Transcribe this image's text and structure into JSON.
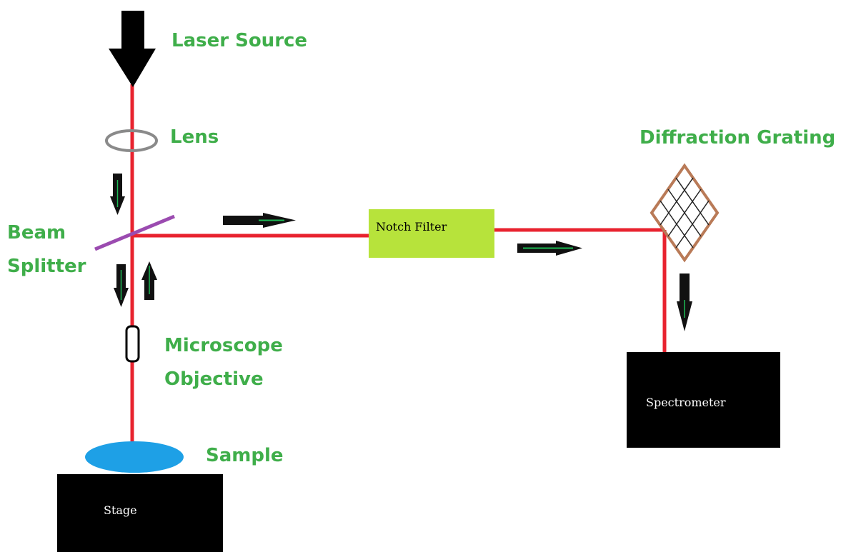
{
  "labels": {
    "laser_source": "Laser Source",
    "lens": "Lens",
    "beam_splitter_line1": "Beam",
    "beam_splitter_line2": "Splitter",
    "microscope_line1": "Microscope",
    "microscope_line2": "Objective",
    "sample": "Sample",
    "diffraction_grating": "Diffraction Grating"
  },
  "boxes": {
    "notch_filter": "Notch Filter",
    "spectrometer": "Spectrometer",
    "stage": "Stage"
  },
  "colors": {
    "beam": "#e8232f",
    "label_text": "#3fae4a",
    "notch_filter_fill": "#b7e33b",
    "splitter": "#9b4bb0",
    "lens": "#8a8a8a",
    "sample": "#1ea0e6",
    "grating": "#b97a57",
    "arrow": "#111111",
    "arrow_stripe": "#1db954",
    "box_dark": "#000000",
    "box_dark_text": "#ffffff"
  },
  "icons": {
    "laser": "down-arrow-icon",
    "lens": "ring-lens-icon",
    "splitter": "diagonal-mirror-icon",
    "objective": "capsule-objective-icon",
    "grating": "diamond-grid-icon",
    "direction": "direction-arrow-icon"
  }
}
